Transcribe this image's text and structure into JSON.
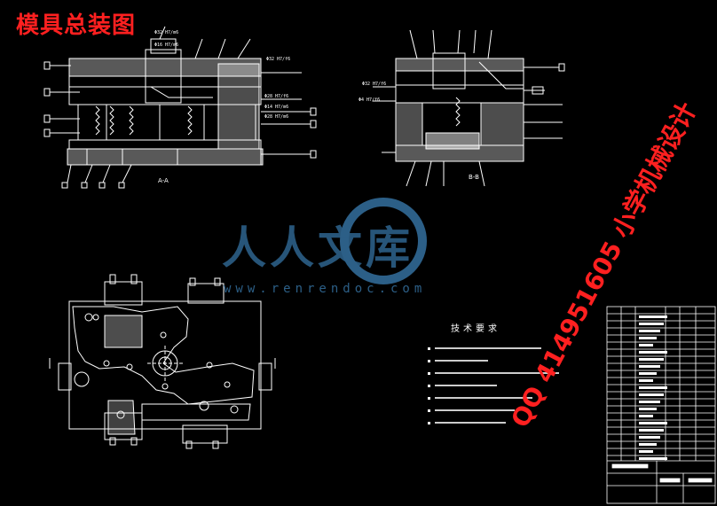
{
  "title": "模具总装图",
  "watermark": {
    "text": "人人文库",
    "url": "www.renrendoc.com",
    "qq": "QQ 414951605 小学机械设计"
  },
  "drawing": {
    "section_a_label": "A-A",
    "section_b_label": "B-B",
    "fit_labels": {
      "a1": "Φ32 H7/m6",
      "a2": "Φ16 H7/m6",
      "a3": "Φ32 H7/f6",
      "a4": "Φ28 H7/f6",
      "a5": "Φ14 H7/m6",
      "a6": "Φ28 H7/m6",
      "b1": "Φ32 H7/f6",
      "b2": "Φ4 H7/f6"
    },
    "tech_requirements_title": "技术要求"
  },
  "colors": {
    "background": "#000000",
    "line": "#ffffff",
    "title": "#ff2020",
    "watermark": "#2c5f87"
  }
}
